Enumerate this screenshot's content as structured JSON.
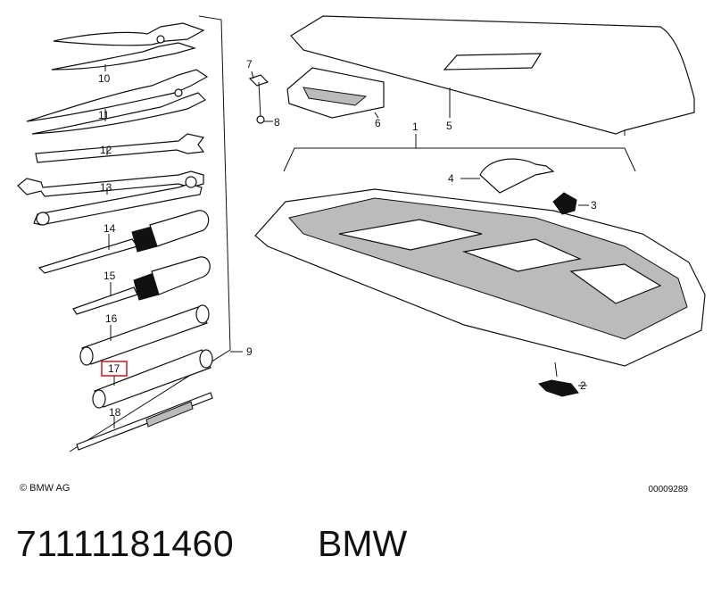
{
  "callouts": {
    "c1": "1",
    "c2": "2",
    "c3": "3",
    "c4": "4",
    "c5": "5",
    "c6": "6",
    "c7": "7",
    "c8": "8",
    "c9": "9",
    "c10": "10",
    "c11": "11",
    "c12": "12",
    "c13": "13",
    "c14": "14",
    "c15": "15",
    "c16": "16",
    "c17": "17",
    "c18": "18"
  },
  "highlighted_callout": "17",
  "highlight_color": "#d0242b",
  "footer": {
    "copyright": "© BMW AG",
    "drawing_number": "00009289"
  },
  "caption": {
    "part_number": "71111181460",
    "brand": "BMW"
  }
}
